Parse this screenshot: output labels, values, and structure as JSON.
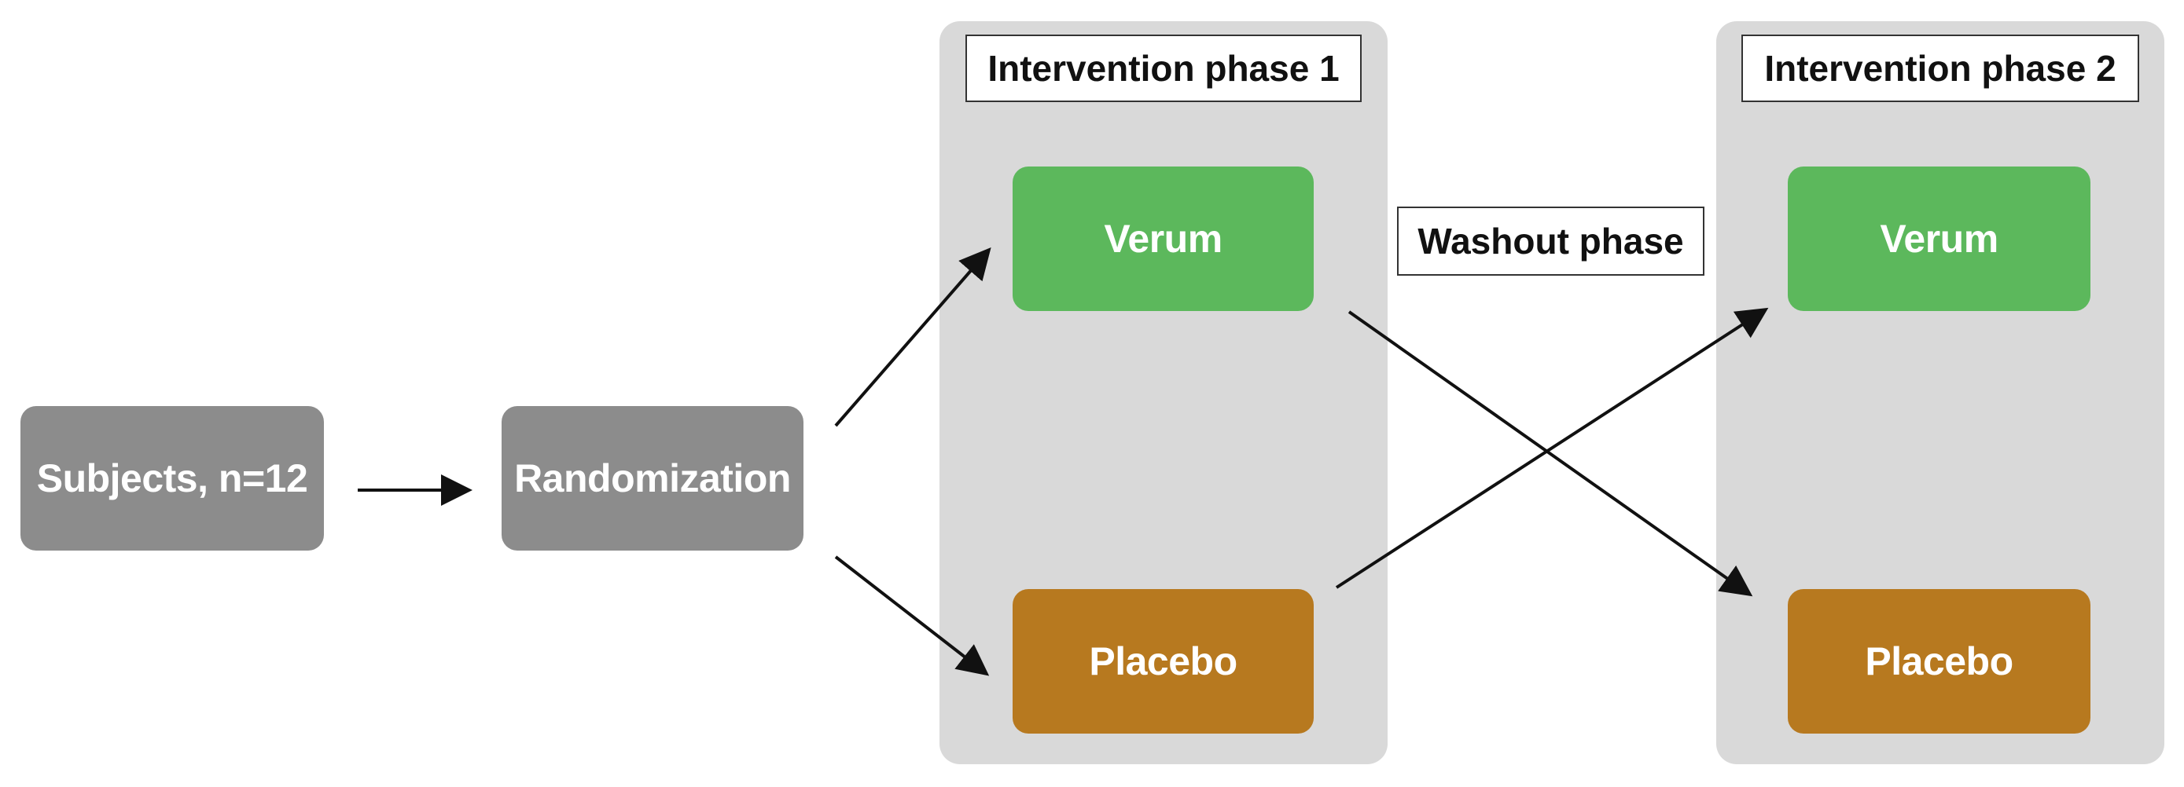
{
  "phases": {
    "phase1_title": "Intervention phase 1",
    "phase2_title": "Intervention phase 2",
    "washout_label": "Washout phase"
  },
  "nodes": {
    "subjects": "Subjects, n=12",
    "randomization": "Randomization",
    "verum1": "Verum",
    "placebo1": "Placebo",
    "verum2": "Verum",
    "placebo2": "Placebo"
  },
  "colors": {
    "gray_node": "#8c8c8c",
    "verum": "#5cb85c",
    "placebo": "#b7791f",
    "panel": "#d9d9d9",
    "arrow": "#111111"
  }
}
